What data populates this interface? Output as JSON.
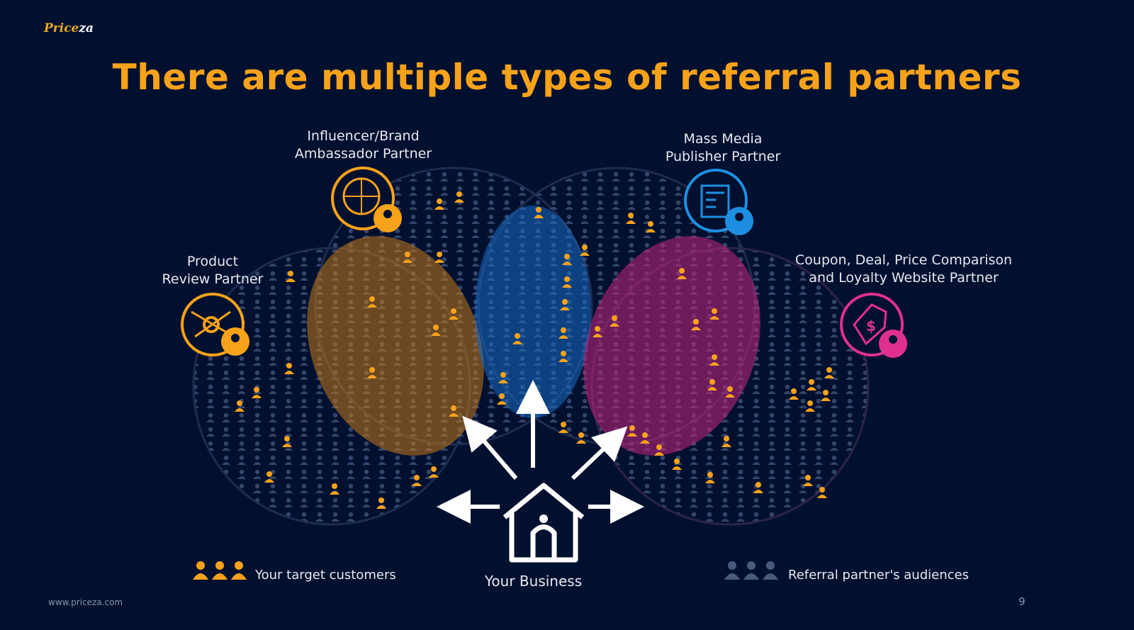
{
  "logo": {
    "part1": "Price",
    "part2": "za"
  },
  "title": "There are multiple types of referral partners",
  "partners": [
    {
      "label": "Product Review Partner",
      "line1": "Product",
      "line2": "Review Partner",
      "icon": "gears-person-icon",
      "color": "#f7a21b"
    },
    {
      "label": "Influencer/Brand Ambassador Partner",
      "line1": "Influencer/Brand",
      "line2": "Ambassador Partner",
      "icon": "globe-people-icon",
      "color": "#f7a21b"
    },
    {
      "label": "Mass Media Publisher Partner",
      "line1": "Mass Media",
      "line2": "Publisher Partner",
      "icon": "newspaper-icon",
      "color": "#1e8fe0"
    },
    {
      "label": "Coupon, Deal, Price Comparison and Loyalty Website Partner",
      "line1": "Coupon, Deal, Price Comparison",
      "line2": "and Loyalty Website Partner",
      "icon": "price-tag-icon",
      "color": "#e0308f"
    }
  ],
  "center": {
    "label": "Your Business",
    "icon": "house-icon"
  },
  "legend": {
    "target": "Your target customers",
    "audience": "Referral partner's audiences"
  },
  "colors": {
    "background": "#02102f",
    "title": "#f7a21b",
    "orange": "#f7a21b",
    "blue": "#1e8fe0",
    "magenta": "#c8287f",
    "crowd": "#3a4a6e"
  },
  "footer": {
    "url": "www.priceza.com",
    "page": "9"
  }
}
